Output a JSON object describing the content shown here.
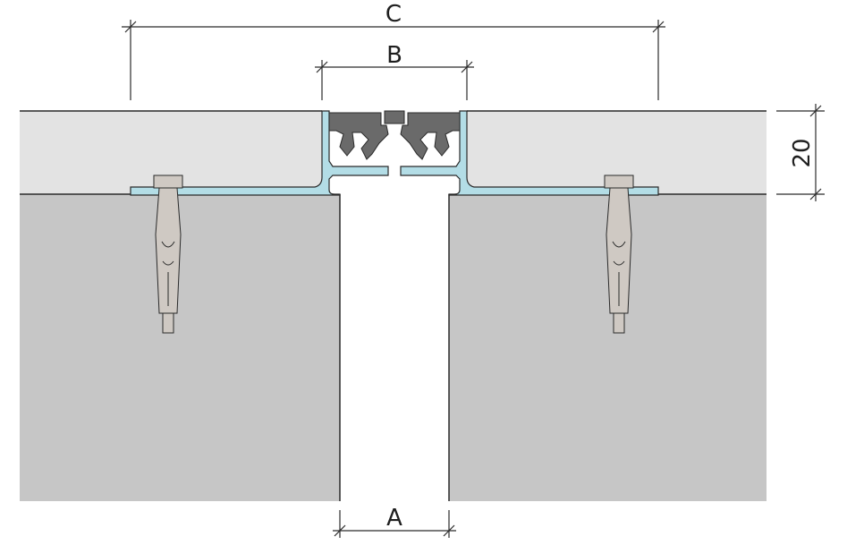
{
  "drawing": {
    "labels": {
      "gap_width": "A",
      "profile_width": "B",
      "overall_width": "C",
      "profile_height": "20"
    },
    "colors": {
      "concrete": "#c6c6c6",
      "screed": "#e3e3e3",
      "aluminium_profile": "#b3dde6",
      "rubber_insert": "#6a6a6a",
      "anchor": "#cfc9c3",
      "outline": "#2a2a2a"
    }
  }
}
